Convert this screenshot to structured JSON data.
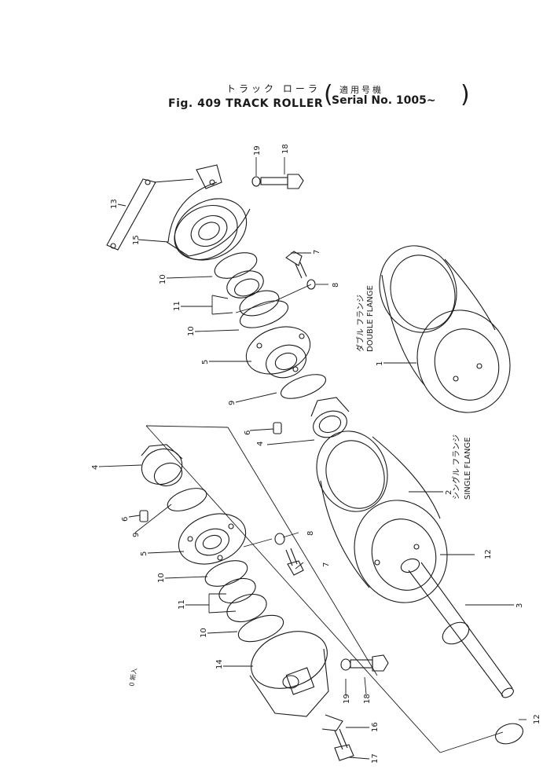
{
  "title": {
    "jp": "トラック ローラ",
    "main": "Fig. 409 TRACK ROLLER",
    "serial_jp": "適用号機",
    "serial": "Serial No. 1005~",
    "paren_open": "(",
    "paren_close": ")"
  },
  "labels": {
    "double_flange_jp": "ダブル フランジ",
    "double_flange": "DOUBLE FLANGE",
    "single_flange_jp": "シングル フランジ",
    "single_flange": "SINGLE FLANGE",
    "stamp": "0 新入"
  },
  "callouts": {
    "c19a": "19",
    "c18a": "18",
    "c13": "13",
    "c15": "15",
    "c7a": "7",
    "c8a": "8",
    "c10a": "10",
    "c11a": "11",
    "c10b": "10",
    "c5a": "5",
    "c9a": "9",
    "c6a": "6",
    "c4a": "4",
    "c1": "1",
    "c2": "2",
    "c4b": "4",
    "c6b": "6",
    "c9b": "9",
    "c8b": "8",
    "c5b": "5",
    "c7b": "7",
    "c12a": "12",
    "c10c": "10",
    "c11b": "11",
    "c3": "3",
    "c10d": "10",
    "c14": "14",
    "c19b": "19",
    "c18b": "18",
    "c16": "16",
    "c17": "17",
    "c12b": "12"
  }
}
